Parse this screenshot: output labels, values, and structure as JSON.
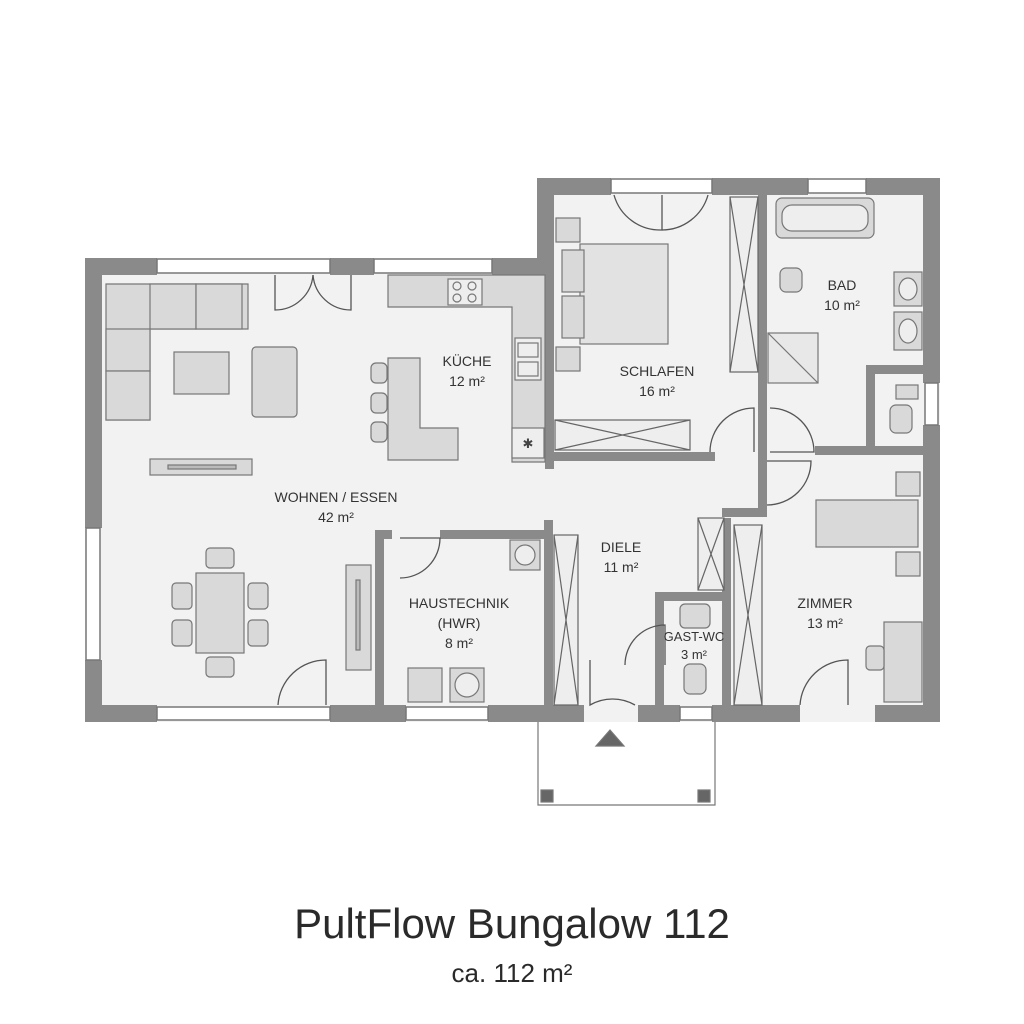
{
  "title": "PultFlow Bungalow 112",
  "subtitle": "ca. 112 m²",
  "rooms": {
    "wohnen": {
      "name": "WOHNEN / ESSEN",
      "area": "42 m²"
    },
    "kueche": {
      "name": "KÜCHE",
      "area": "12 m²"
    },
    "schlafen": {
      "name": "SCHLAFEN",
      "area": "16 m²"
    },
    "bad": {
      "name": "BAD",
      "area": "10 m²"
    },
    "diele": {
      "name": "DIELE",
      "area": "11 m²"
    },
    "haustechnik": {
      "name": "HAUSTECHNIK",
      "name2": "(HWR)",
      "area": "8 m²"
    },
    "gastwc": {
      "name": "GAST-WC",
      "area": "3 m²"
    },
    "zimmer": {
      "name": "ZIMMER",
      "area": "13 m²"
    }
  },
  "colors": {
    "wall": "#8a8a8a",
    "floor": "#f2f2f2",
    "furniture": "#d9d9d9",
    "line": "#555555"
  }
}
